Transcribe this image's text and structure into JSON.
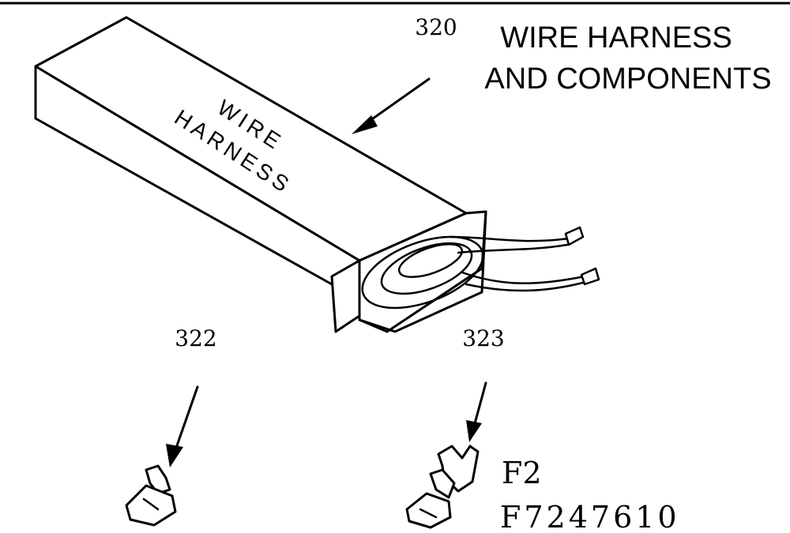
{
  "title": {
    "line1": "WIRE HARNESS",
    "line2": "AND COMPONENTS"
  },
  "box_label": {
    "line1": "WIRE",
    "line2": "HARNESS"
  },
  "parts": [
    {
      "number": "320"
    },
    {
      "number": "322"
    },
    {
      "number": "323"
    }
  ],
  "figure": {
    "id": "F2",
    "code": "F7247610"
  }
}
